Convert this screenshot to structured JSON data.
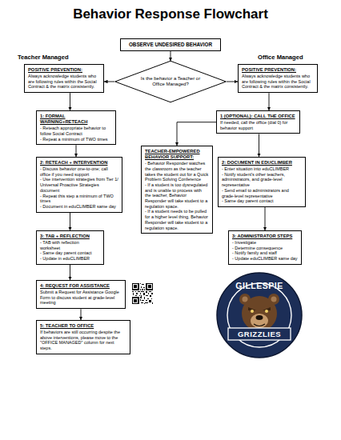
{
  "diagram": {
    "title": "Behavior Response Flowchart",
    "nodes": [
      {
        "text": [
          "OBSERVE UNDESIRED BEHAVIOR"
        ]
      },
      {
        "text": [
          "POSITIVE PREVENTION:",
          "Always acknowledge students who are following rules within the Social Contract & the matrix consistently."
        ]
      },
      {
        "text": [
          "Is the behavior a Teacher or Office Managed?"
        ]
      },
      {
        "text": [
          "POSITIVE PREVENTION:",
          "Always acknowledge students who are following rules within the Social Contract & the matrix consistently."
        ]
      },
      {
        "text": [
          "1: FORMAL WARNING+RETEACH",
          "- Reteach appropriate behavior to follow Social Contract",
          "- Repeat a minimum of TWO times"
        ]
      },
      {
        "text": [
          "1 (OPTIONAL): CALL THE OFFICE",
          "If needed, call the office (dial 0) for behavior support"
        ]
      },
      {
        "text": [
          "TEACHER-EMPOWERED BEHAVIOR SUPPORT:",
          "- Behavior Responder watches the classroom as the teacher takes the student out for a Quick Problem Solving Conference",
          "- If a student is too dysregulated and is unable to process with the teacher, Behavior Responder will take student to a regulation space.",
          "- If a student needs to be pulled for a higher level thing, Behavior Responder will take student to a regulation space."
        ]
      },
      {
        "text": [
          "2: RETEACH + INTERVENTION",
          "- Discuss behavior one-to-one; call office if you need support",
          "- Use intervention strategies from Tier 1/ Universal Proactive Strategies document",
          "- Repeat this step a minimum of TWO times",
          "- Document in eduCLIMBER same day"
        ]
      },
      {
        "text": [
          "2: DOCUMENT IN EDUCLIMBER",
          "- Enter situation into eduCLIMBER",
          "- Notify student's other teachers, administrators, and grade-level representative",
          "- Send email to administrators and grade-level representative",
          "- Same day parent contact"
        ]
      },
      {
        "text": [
          "3: TAB + REFLECTION",
          "- TAB with reflection worksheet",
          "- Same day parent contact",
          "- Update in eduCLIMBER"
        ]
      },
      {
        "text": [
          "3: ADMINISTRATOR STEPS",
          "- Investigate",
          "- Determine consequence",
          "- Notify family and staff",
          "- Update eduCLIMBER same day"
        ]
      },
      {
        "text": [
          "4: REQUEST FOR ASSISTANCE",
          "Submit a Request for Assistance Google Form to discuss student at grade-level meeting"
        ]
      },
      {
        "text": [
          "5: TEACHER TO OFFICE",
          "If behaviors are still occurring despite the above interventions, please move to the \"OFFICE MANAGED\" column for next steps."
        ]
      }
    ],
    "edges": [
      {
        "from": 0,
        "to": 2,
        "arrow": "to"
      },
      {
        "from": 2,
        "to": 1,
        "arrow": "to"
      },
      {
        "from": 2,
        "to": 3,
        "arrow": "to"
      },
      {
        "from": 1,
        "to": 4,
        "arrow": "to"
      },
      {
        "from": 4,
        "to": 7,
        "arrow": "to"
      },
      {
        "from": 7,
        "to": 9,
        "arrow": "to"
      },
      {
        "from": 9,
        "to": 11,
        "arrow": "to"
      },
      {
        "from": 11,
        "to": 12,
        "arrow": "to"
      },
      {
        "from": 3,
        "to": 5,
        "arrow": "to"
      },
      {
        "from": 5,
        "to": 8,
        "arrow": "to"
      },
      {
        "from": 8,
        "to": 10,
        "arrow": "to"
      },
      {
        "from": 5,
        "to": 6,
        "arrow": "to"
      }
    ],
    "labels": [
      "Teacher Managed",
      "Office Managed",
      "GILLESPIE",
      "GRIZZLIES"
    ]
  }
}
